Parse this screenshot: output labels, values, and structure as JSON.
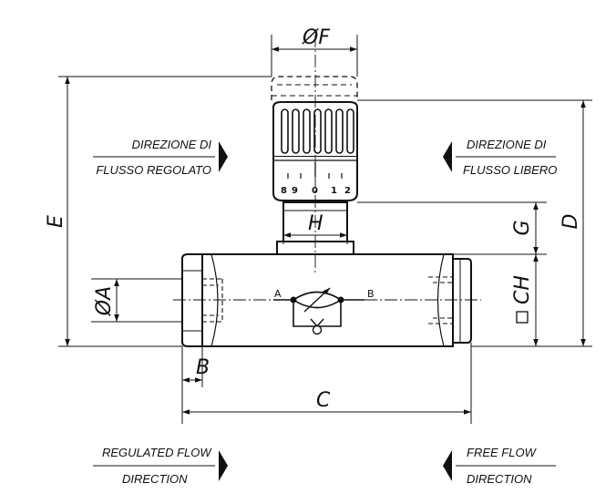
{
  "dimensions": {
    "F": "ØF",
    "E": "E",
    "D": "D",
    "G": "G",
    "H": "H",
    "CH": "CH",
    "A": "ØA",
    "B": "B",
    "C": "C"
  },
  "knob_scale": {
    "digits": [
      "8",
      "9",
      "0",
      "1",
      "2"
    ]
  },
  "ports": {
    "a": "A",
    "b": "B"
  },
  "notes": {
    "top_left": {
      "line1": "DIREZIONE DI",
      "line2": "FLUSSO REGOLATO"
    },
    "top_right": {
      "line1": "DIREZIONE DI",
      "line2": "FLUSSO LIBERO"
    },
    "bottom_left": {
      "line1": "REGULATED FLOW",
      "line2": "DIRECTION"
    },
    "bottom_right": {
      "line1": "FREE FLOW",
      "line2": "DIRECTION"
    }
  }
}
